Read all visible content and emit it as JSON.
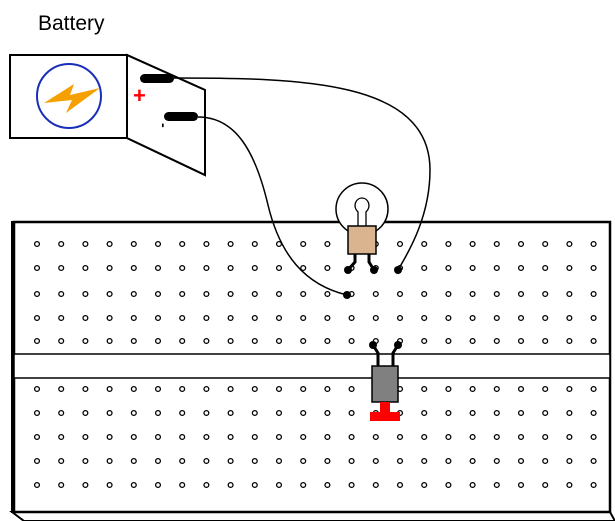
{
  "labels": {
    "battery": "Battery",
    "plus": "+",
    "minus": "-"
  },
  "breadboard": {
    "columns": 24,
    "rows_per_half": 5
  },
  "components": {
    "battery_icon": "lightning-bolt-icon",
    "lamp": "incandescent-bulb",
    "switch": "pushbutton-switch"
  },
  "colors": {
    "stroke": "#000000",
    "battery_circle": "#1a2fb8",
    "bolt": "#f5a000",
    "plus": "#ff0000",
    "lamp_base": "#d9b48f",
    "switch_body": "#808080",
    "switch_button": "#ff0000"
  }
}
